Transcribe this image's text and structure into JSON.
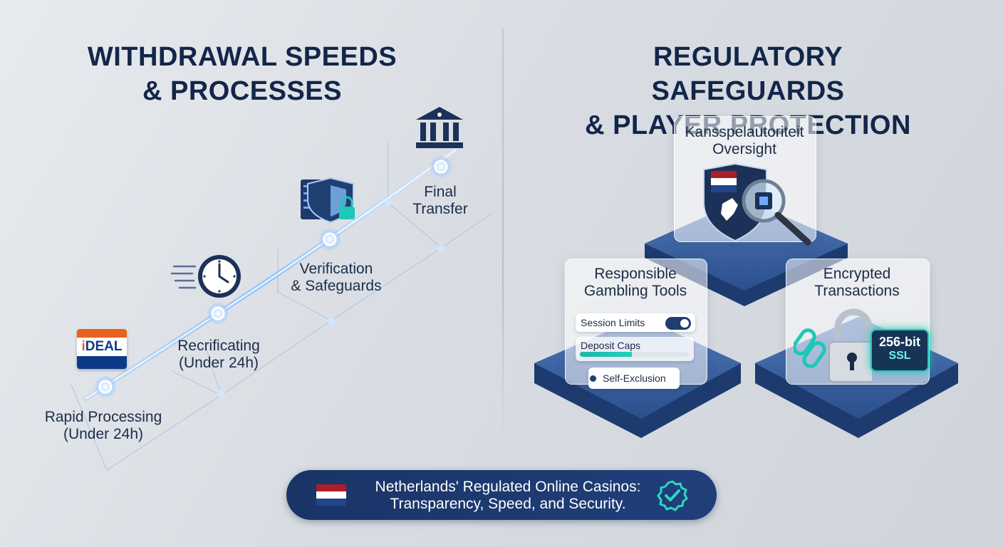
{
  "left_heading": {
    "line1": "WITHDRAWAL SPEEDS",
    "line2": "& PROCESSES"
  },
  "right_heading": {
    "line1": "REGULATORY SAFEGUARDS",
    "line2": "& PLAYER PROTECTION"
  },
  "steps": [
    {
      "line1": "Rapid Processing",
      "line2": "(Under 24h)",
      "icon": "ideal-logo"
    },
    {
      "line1": "Recrificating",
      "line2": "(Under 24h)",
      "icon": "clock-icon"
    },
    {
      "line1": "Verification",
      "line2": "& Safeguards",
      "icon": "shield-lock-icon"
    },
    {
      "line1": "Final",
      "line2": "Transfer",
      "icon": "bank-icon"
    }
  ],
  "ideal_logo_text": {
    "i": "i",
    "rest": "DEAL"
  },
  "cards": {
    "oversight": {
      "line1": "Kansspelautoriteit",
      "line2": "Oversight",
      "icon": "shield-magnifier-icon"
    },
    "responsible": {
      "line1": "Responsible",
      "line2": "Gambling Tools",
      "session_limits": "Session Limits",
      "deposit_caps": "Deposit Caps",
      "deposit_caps_fill": 0.48,
      "self_exclusion": "Self-Exclusion"
    },
    "encrypted": {
      "line1": "Encrypted",
      "line2": "Transactions",
      "ssl_line1": "256-bit",
      "ssl_line2": "SSL",
      "icon": "padlock-icon"
    }
  },
  "banner": {
    "line1": "Netherlands' Regulated Online Casinos:",
    "line2": "Transparency, Speed, and Security.",
    "icon": "check-badge-icon"
  },
  "colors": {
    "navy": "#122649",
    "platform_blue": "#2f5596",
    "teal": "#1fc7b5",
    "nl_red": "#ae1c28",
    "nl_blue": "#21468b"
  }
}
